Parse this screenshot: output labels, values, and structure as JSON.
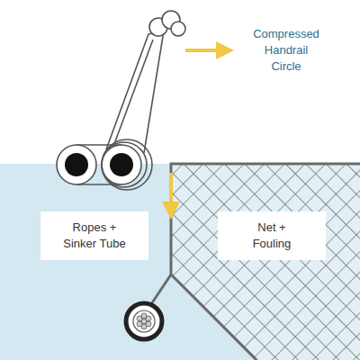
{
  "diagram": {
    "nodes": [
      {
        "text": [
          "Ropes + Sinker Tube"
        ]
      },
      {
        "text": [
          "Net + Fouling"
        ]
      }
    ],
    "labels": [
      "Compressed Handrail Circle"
    ]
  }
}
